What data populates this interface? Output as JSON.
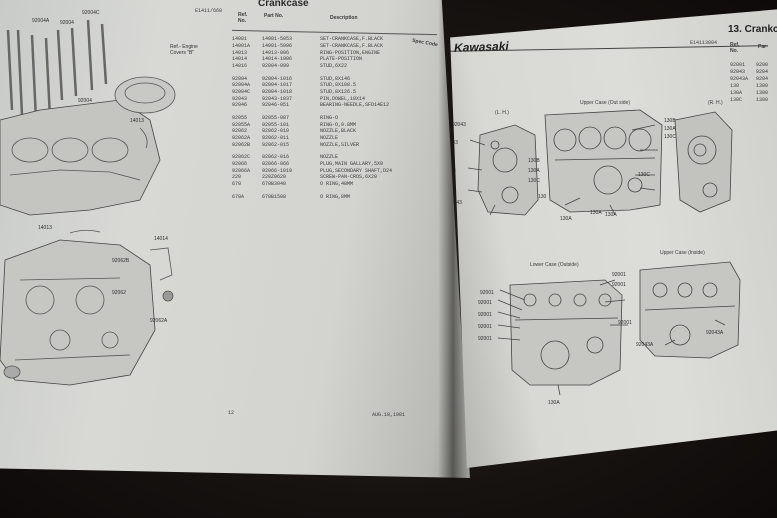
{
  "left_page": {
    "code": "E1411/660",
    "section_title": "Crankcase",
    "headers": {
      "ref_no": "Ref.\nNo.",
      "part_no": "Part No.",
      "description": "Description",
      "spec_code": "Spec Code"
    },
    "rows": [
      {
        "ref": "14001",
        "part": "14001-5053",
        "desc": "SET-CRANKCASE,F.BLACK"
      },
      {
        "ref": "14001A",
        "part": "14001-5096",
        "desc": "SET-CRANKCASE,F.BLACK"
      },
      {
        "ref": "14013",
        "part": "14013-006",
        "desc": "RING-POSITION,ENGINE"
      },
      {
        "ref": "14014",
        "part": "14014-1006",
        "desc": "PLATE-POSITION"
      },
      {
        "ref": "14016",
        "part": "92004-099",
        "desc": "STUD,6X22"
      },
      {
        "ref": "92004",
        "part": "92004-1016",
        "desc": "STUD,8X146"
      },
      {
        "ref": "92004A",
        "part": "92004-1017",
        "desc": "STUD,8X108.5"
      },
      {
        "ref": "92004C",
        "part": "92004-1018",
        "desc": "STUD,8X126.5"
      },
      {
        "ref": "92043",
        "part": "92043-1037",
        "desc": "PIN,DOWEL,10X14"
      },
      {
        "ref": "92046",
        "part": "92046-051",
        "desc": "BEARING-NEEDLE,SFD14E12"
      },
      {
        "ref": "92055",
        "part": "92055-087",
        "desc": "RING-O"
      },
      {
        "ref": "92055A",
        "part": "92055-101",
        "desc": "RING-O,9.8MM"
      },
      {
        "ref": "92062",
        "part": "92062-010",
        "desc": "NOZZLE,BLACK"
      },
      {
        "ref": "92062A",
        "part": "92062-011",
        "desc": "NOZZLE"
      },
      {
        "ref": "92062B",
        "part": "92062-015",
        "desc": "NOZZLE,SILVER"
      },
      {
        "ref": "92062C",
        "part": "92062-016",
        "desc": "NOZZLE"
      },
      {
        "ref": "92066",
        "part": "92066-066",
        "desc": "PLUG,MAIN GALLARY,5X9"
      },
      {
        "ref": "92066A",
        "part": "92066-1019",
        "desc": "PLUG,SECONDARY SHAFT,D24"
      },
      {
        "ref": "220",
        "part": "220Z0620",
        "desc": "SCREW-PAN-CROS,6X20"
      },
      {
        "ref": "670",
        "part": "670B3048",
        "desc": "O RING,48MM"
      },
      {
        "ref": "670A",
        "part": "670B1508",
        "desc": "O RING,8MM"
      }
    ],
    "footer": {
      "page_number": "12",
      "date": "AUG.18,1981"
    },
    "callouts": [
      "92004C",
      "92004A",
      "92004",
      "Ref.- Engine\nCovers \"B\"",
      "92004",
      "14013",
      "14013",
      "14014",
      "92062B",
      "92062A",
      "92062"
    ]
  },
  "right_page": {
    "brand": "Kawasaki",
    "code": "E14113004",
    "section_title": "13. Crankc",
    "headers": {
      "ref_no": "Ref.\nNo.",
      "part_no": "Par"
    },
    "rows": [
      {
        "ref": "92001",
        "part": "9200"
      },
      {
        "ref": "92043",
        "part": "9204"
      },
      {
        "ref": "92043A",
        "part": "9204"
      },
      {
        "ref": "130",
        "part": "1300"
      },
      {
        "ref": "130A",
        "part": "1300"
      },
      {
        "ref": "130C",
        "part": "1300"
      }
    ],
    "diagrams": {
      "upper_case_label": "Upper Case (Out side)",
      "lh_label": "(L. H.)",
      "rh_label": "(R. H.)",
      "lower_case_label": "Lower Case (Outside)",
      "upper_inside_label": "Upper Case (Inside)"
    },
    "callouts": [
      "92043",
      "92043",
      "92043",
      "92043",
      "92043",
      "130B",
      "130A",
      "130C",
      "130B",
      "130A",
      "130C",
      "130C",
      "130",
      "130A",
      "130A",
      "130A",
      "92001",
      "92001",
      "92001",
      "92001",
      "92001",
      "92001",
      "92001",
      "92001",
      "130A",
      "92043A",
      "92043A"
    ]
  }
}
